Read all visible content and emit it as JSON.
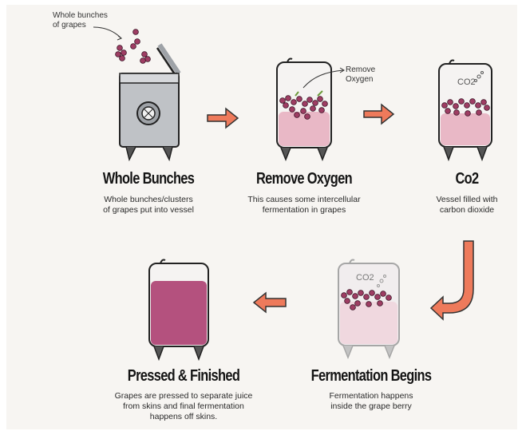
{
  "annotations": {
    "whole_bunches_note": "Whole bunches\nof grapes",
    "remove_oxygen_note": "Remove\nOxygen",
    "co2_label_3": "CO2",
    "co2_label_4": "CO2"
  },
  "steps": [
    {
      "title": "Whole Bunches",
      "description": "Whole bunches/clusters\nof grapes put into vessel"
    },
    {
      "title": "Remove Oxygen",
      "description": "This causes some intercellular\nfermentation in grapes"
    },
    {
      "title": "Co2",
      "description": "Vessel filled with\ncarbon dioxide"
    },
    {
      "title": "Fermentation Begins",
      "description": "Fermentation happens\ninside the grape berry"
    },
    {
      "title": "Pressed & Finished",
      "description": "Grapes are pressed to separate juice\nfrom skins and final fermentation\nhappens off skins."
    }
  ],
  "colors": {
    "arrow": "#ee7a5b",
    "grape": "#9e3d63",
    "juice": "#e9b8c6",
    "wine": "#b4517e",
    "steel": "#bfc2c6"
  }
}
